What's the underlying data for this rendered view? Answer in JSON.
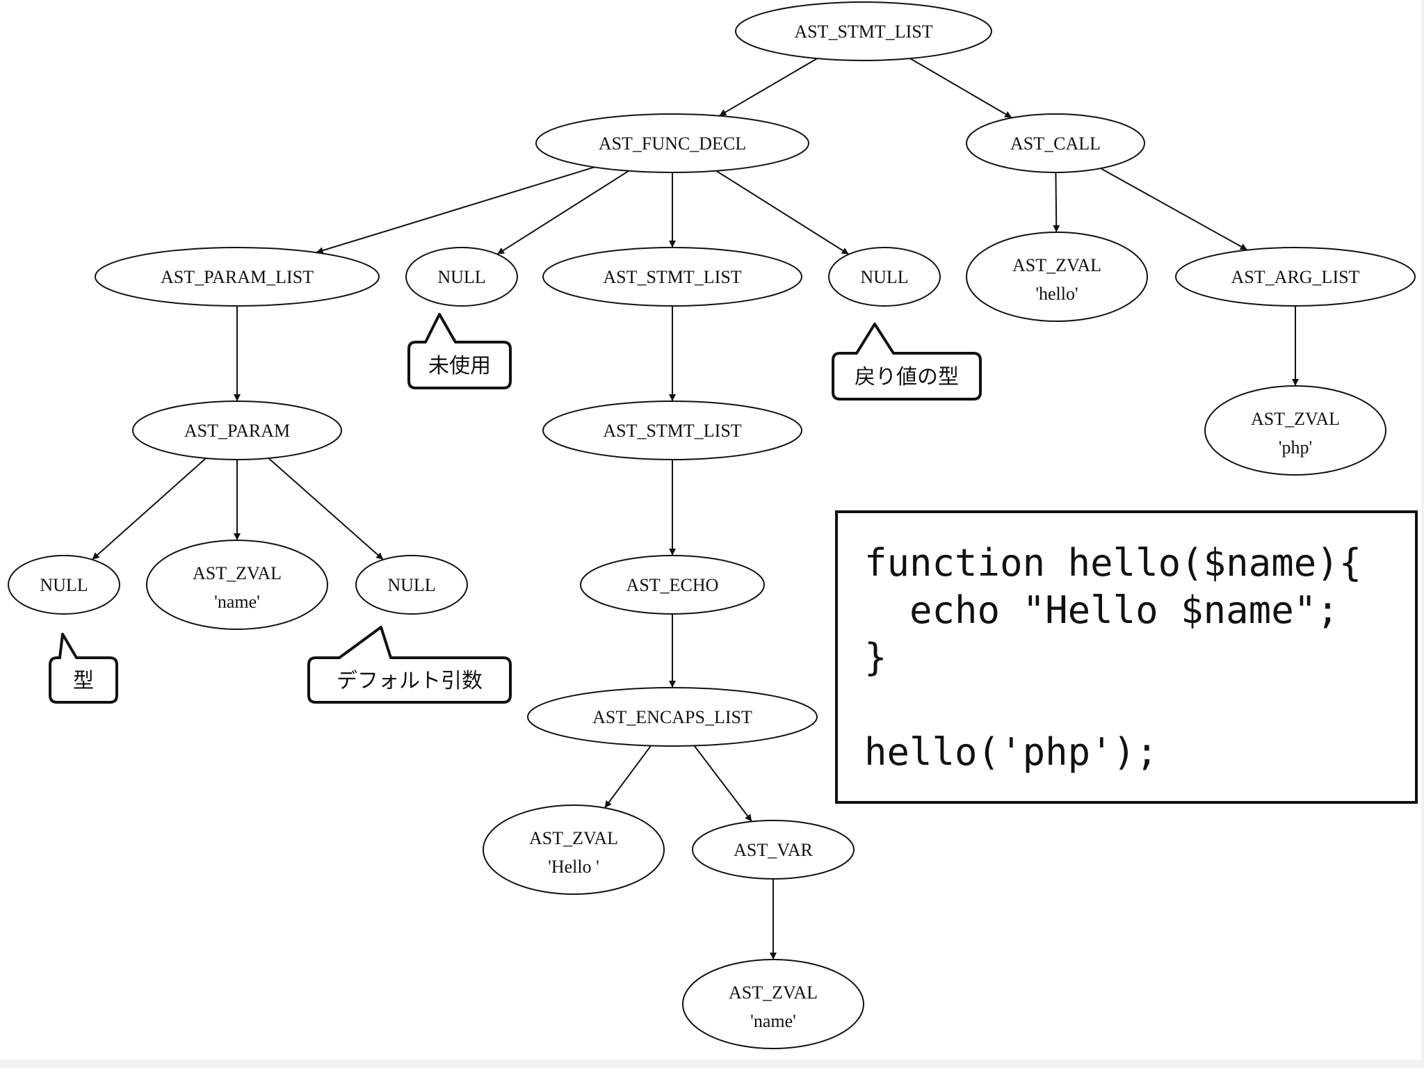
{
  "diagram": {
    "nodes": [
      {
        "id": "n0",
        "label": "AST_STMT_LIST"
      },
      {
        "id": "n1",
        "label": "AST_FUNC_DECL"
      },
      {
        "id": "n2",
        "label": "AST_CALL"
      },
      {
        "id": "n3",
        "label": "AST_PARAM_LIST"
      },
      {
        "id": "n4",
        "label": "NULL"
      },
      {
        "id": "n5",
        "label": "AST_STMT_LIST"
      },
      {
        "id": "n6",
        "label": "NULL"
      },
      {
        "id": "n7",
        "label": "AST_ZVAL",
        "sublabel": "'hello'"
      },
      {
        "id": "n8",
        "label": "AST_ARG_LIST"
      },
      {
        "id": "n9",
        "label": "AST_PARAM"
      },
      {
        "id": "n10",
        "label": "AST_STMT_LIST"
      },
      {
        "id": "n11",
        "label": "AST_ZVAL",
        "sublabel": "'php'"
      },
      {
        "id": "n12",
        "label": "NULL"
      },
      {
        "id": "n13",
        "label": "AST_ZVAL",
        "sublabel": "'name'"
      },
      {
        "id": "n14",
        "label": "NULL"
      },
      {
        "id": "n15",
        "label": "AST_ECHO"
      },
      {
        "id": "n16",
        "label": "AST_ENCAPS_LIST"
      },
      {
        "id": "n17",
        "label": "AST_ZVAL",
        "sublabel": "'Hello '"
      },
      {
        "id": "n18",
        "label": "AST_VAR"
      },
      {
        "id": "n19",
        "label": "AST_ZVAL",
        "sublabel": "'name'"
      }
    ],
    "edges": [
      [
        "n0",
        "n1"
      ],
      [
        "n0",
        "n2"
      ],
      [
        "n1",
        "n3"
      ],
      [
        "n1",
        "n4"
      ],
      [
        "n1",
        "n5"
      ],
      [
        "n1",
        "n6"
      ],
      [
        "n2",
        "n7"
      ],
      [
        "n2",
        "n8"
      ],
      [
        "n3",
        "n9"
      ],
      [
        "n5",
        "n10"
      ],
      [
        "n8",
        "n11"
      ],
      [
        "n9",
        "n12"
      ],
      [
        "n9",
        "n13"
      ],
      [
        "n9",
        "n14"
      ],
      [
        "n10",
        "n15"
      ],
      [
        "n15",
        "n16"
      ],
      [
        "n16",
        "n17"
      ],
      [
        "n16",
        "n18"
      ],
      [
        "n18",
        "n19"
      ]
    ],
    "callouts": [
      {
        "id": "c_unused",
        "text": "未使用",
        "target": "n4"
      },
      {
        "id": "c_return",
        "text": "戻り値の型",
        "target": "n6"
      },
      {
        "id": "c_type",
        "text": "型",
        "target": "n12"
      },
      {
        "id": "c_default",
        "text": "デフォルト引数",
        "target": "n14"
      }
    ]
  },
  "code": {
    "lines": [
      "function hello($name){",
      "  echo \"Hello $name\";",
      "}",
      "",
      "hello('php');"
    ]
  }
}
